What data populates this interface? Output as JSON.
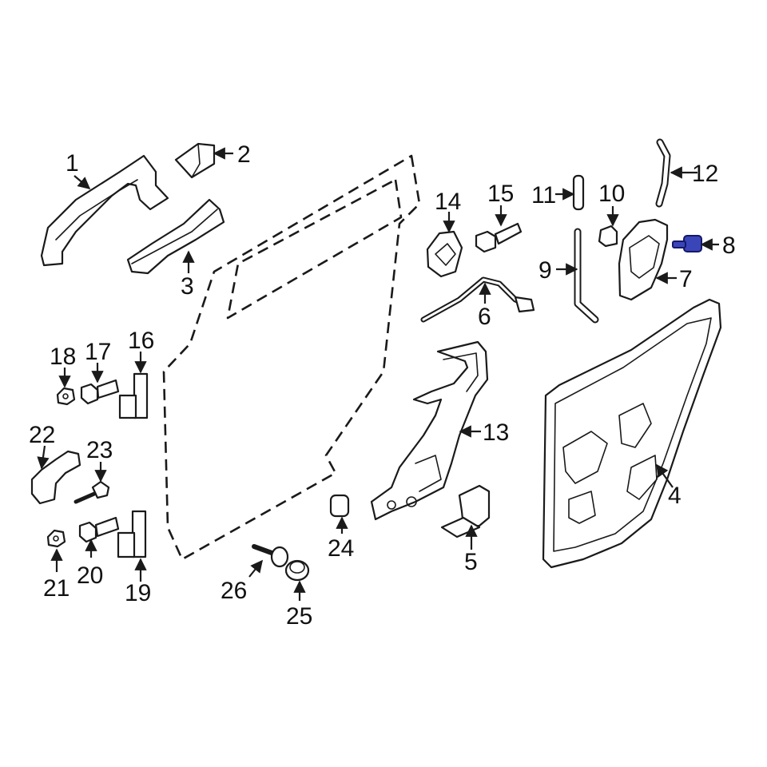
{
  "diagram": {
    "highlight_color": "#3a45b8",
    "callouts": [
      {
        "id": "1",
        "text": "1"
      },
      {
        "id": "2",
        "text": "2"
      },
      {
        "id": "3",
        "text": "3"
      },
      {
        "id": "4",
        "text": "4"
      },
      {
        "id": "5",
        "text": "5"
      },
      {
        "id": "6",
        "text": "6"
      },
      {
        "id": "7",
        "text": "7"
      },
      {
        "id": "8",
        "text": "8",
        "highlighted": true
      },
      {
        "id": "9",
        "text": "9"
      },
      {
        "id": "10",
        "text": "10"
      },
      {
        "id": "11",
        "text": "11"
      },
      {
        "id": "12",
        "text": "12"
      },
      {
        "id": "13",
        "text": "13"
      },
      {
        "id": "14",
        "text": "14"
      },
      {
        "id": "15",
        "text": "15"
      },
      {
        "id": "16",
        "text": "16"
      },
      {
        "id": "17",
        "text": "17"
      },
      {
        "id": "18",
        "text": "18"
      },
      {
        "id": "19",
        "text": "19"
      },
      {
        "id": "20",
        "text": "20"
      },
      {
        "id": "21",
        "text": "21"
      },
      {
        "id": "22",
        "text": "22"
      },
      {
        "id": "23",
        "text": "23"
      },
      {
        "id": "24",
        "text": "24"
      },
      {
        "id": "25",
        "text": "25"
      },
      {
        "id": "26",
        "text": "26"
      }
    ]
  }
}
